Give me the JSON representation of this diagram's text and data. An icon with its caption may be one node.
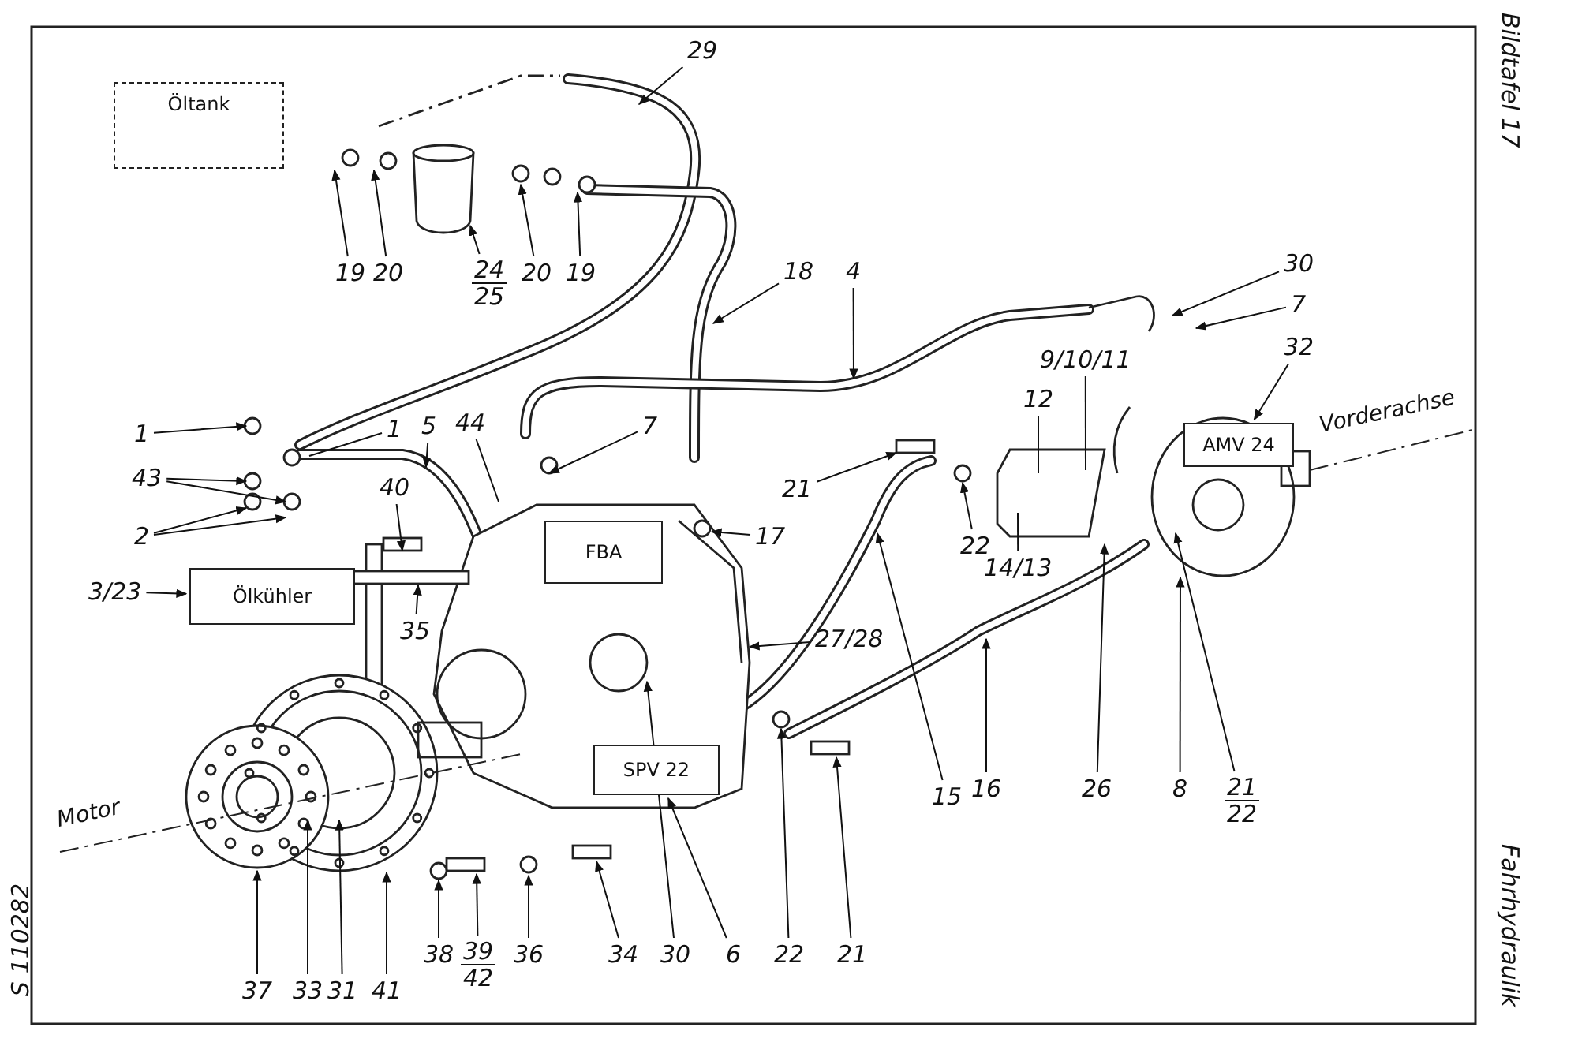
{
  "diagram": {
    "nodes": [
      {
        "text": [
          "Öltank"
        ]
      },
      {
        "text": [
          "Ölkühler"
        ]
      },
      {
        "text": [
          "FBA"
        ]
      },
      {
        "text": [
          "SPV 22"
        ]
      },
      {
        "text": [
          "AMV 24"
        ]
      },
      {
        "text": [
          "29"
        ]
      },
      {
        "text": [
          "19"
        ]
      },
      {
        "text": [
          "20"
        ]
      },
      {
        "text": [
          "24 25"
        ]
      },
      {
        "text": [
          "20"
        ]
      },
      {
        "text": [
          "19"
        ]
      },
      {
        "text": [
          "18"
        ]
      },
      {
        "text": [
          "4"
        ]
      },
      {
        "text": [
          "30"
        ]
      },
      {
        "text": [
          "7"
        ]
      },
      {
        "text": [
          "32"
        ]
      },
      {
        "text": [
          "9/10/11"
        ]
      },
      {
        "text": [
          "12"
        ]
      },
      {
        "text": [
          "1"
        ]
      },
      {
        "text": [
          "43"
        ]
      },
      {
        "text": [
          "1"
        ]
      },
      {
        "text": [
          "5"
        ]
      },
      {
        "text": [
          "44"
        ]
      },
      {
        "text": [
          "7"
        ]
      },
      {
        "text": [
          "21"
        ]
      },
      {
        "text": [
          "17"
        ]
      },
      {
        "text": [
          "22"
        ]
      },
      {
        "text": [
          "14/13"
        ]
      },
      {
        "text": [
          "2"
        ]
      },
      {
        "text": [
          "3/23"
        ]
      },
      {
        "text": [
          "40"
        ]
      },
      {
        "text": [
          "35"
        ]
      },
      {
        "text": [
          "27/28"
        ]
      },
      {
        "text": [
          "15"
        ]
      },
      {
        "text": [
          "16"
        ]
      },
      {
        "text": [
          "26"
        ]
      },
      {
        "text": [
          "8"
        ]
      },
      {
        "text": [
          "21 22"
        ]
      },
      {
        "text": [
          "37"
        ]
      },
      {
        "text": [
          "33"
        ]
      },
      {
        "text": [
          "31"
        ]
      },
      {
        "text": [
          "41"
        ]
      },
      {
        "text": [
          "38"
        ]
      },
      {
        "text": [
          "39 42"
        ]
      },
      {
        "text": [
          "36"
        ]
      },
      {
        "text": [
          "34"
        ]
      },
      {
        "text": [
          "30"
        ]
      },
      {
        "text": [
          "6"
        ]
      },
      {
        "text": [
          "22"
        ]
      },
      {
        "text": [
          "21"
        ]
      }
    ],
    "edges": [
      {
        "from": 5,
        "to": null,
        "arrow": "to"
      },
      {
        "from": 6,
        "to": null,
        "arrow": "to"
      },
      {
        "from": 7,
        "to": null,
        "arrow": "to"
      },
      {
        "from": 8,
        "to": null,
        "arrow": "to"
      },
      {
        "from": 9,
        "to": null,
        "arrow": "to"
      },
      {
        "from": 10,
        "to": null,
        "arrow": "to"
      },
      {
        "from": 11,
        "to": null,
        "arrow": "to"
      },
      {
        "from": 12,
        "to": null,
        "arrow": "to"
      },
      {
        "from": 13,
        "to": null,
        "arrow": "to"
      },
      {
        "from": 14,
        "to": null,
        "arrow": "to"
      },
      {
        "from": 15,
        "to": 4,
        "arrow": "to"
      },
      {
        "from": 16,
        "to": null,
        "arrow": "none"
      },
      {
        "from": 17,
        "to": null,
        "arrow": "none"
      },
      {
        "from": 18,
        "to": null,
        "arrow": "to"
      },
      {
        "from": 19,
        "to": null,
        "arrow": "to"
      },
      {
        "from": 19,
        "to": null,
        "arrow": "to"
      },
      {
        "from": 20,
        "to": null,
        "arrow": "none"
      },
      {
        "from": 21,
        "to": null,
        "arrow": "to"
      },
      {
        "from": 22,
        "to": null,
        "arrow": "none"
      },
      {
        "from": 23,
        "to": null,
        "arrow": "to"
      },
      {
        "from": 24,
        "to": null,
        "arrow": "to"
      },
      {
        "from": 25,
        "to": null,
        "arrow": "to"
      },
      {
        "from": 26,
        "to": null,
        "arrow": "to"
      },
      {
        "from": 27,
        "to": null,
        "arrow": "none"
      },
      {
        "from": 28,
        "to": null,
        "arrow": "to"
      },
      {
        "from": 28,
        "to": null,
        "arrow": "to"
      },
      {
        "from": 29,
        "to": 1,
        "arrow": "to"
      },
      {
        "from": 30,
        "to": null,
        "arrow": "to"
      },
      {
        "from": 31,
        "to": null,
        "arrow": "to"
      },
      {
        "from": 32,
        "to": null,
        "arrow": "to"
      },
      {
        "from": 33,
        "to": null,
        "arrow": "to"
      },
      {
        "from": 34,
        "to": null,
        "arrow": "to"
      },
      {
        "from": 35,
        "to": null,
        "arrow": "to"
      },
      {
        "from": 36,
        "to": null,
        "arrow": "to"
      },
      {
        "from": 37,
        "to": null,
        "arrow": "to"
      },
      {
        "from": 38,
        "to": null,
        "arrow": "to"
      },
      {
        "from": 39,
        "to": null,
        "arrow": "to"
      },
      {
        "from": 40,
        "to": null,
        "arrow": "to"
      },
      {
        "from": 41,
        "to": null,
        "arrow": "to"
      },
      {
        "from": 42,
        "to": null,
        "arrow": "to"
      },
      {
        "from": 43,
        "to": null,
        "arrow": "to"
      },
      {
        "from": 44,
        "to": null,
        "arrow": "to"
      },
      {
        "from": 45,
        "to": null,
        "arrow": "to"
      },
      {
        "from": 46,
        "to": null,
        "arrow": "to"
      },
      {
        "from": 47,
        "to": 3,
        "arrow": "to"
      },
      {
        "from": 48,
        "to": null,
        "arrow": "to"
      },
      {
        "from": 49,
        "to": null,
        "arrow": "to"
      }
    ],
    "labels": [
      "Bildtafel 17",
      "Vorderachse",
      "Motor",
      "Fahrhydraulik",
      "S 110282"
    ]
  }
}
